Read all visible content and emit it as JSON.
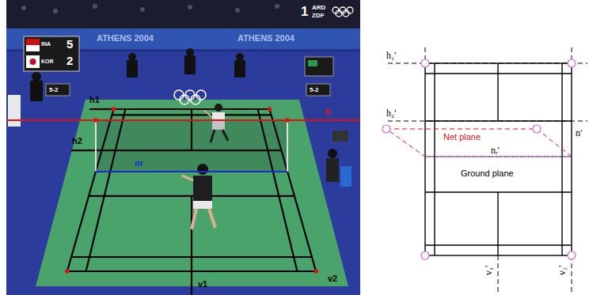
{
  "diagram": {
    "labels": [
      "INA",
      "KOR",
      "5",
      "2",
      "5-2",
      "ATHENS 2004",
      "ATHENS 2004",
      "1",
      "ARD",
      "ZDF",
      "5-2",
      "h1",
      "h2",
      "n",
      "nr",
      "v1",
      "v2",
      "h₁'",
      "h₂'",
      "n'",
      "Net plane",
      "nᵣ'",
      "Ground plane",
      "v₁'",
      "v₂'"
    ]
  }
}
